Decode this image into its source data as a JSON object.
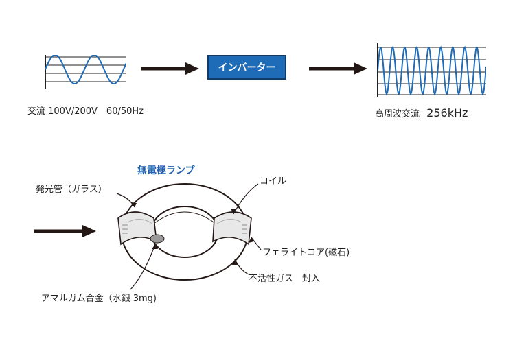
{
  "top": {
    "ac_label": "交流 100V/200V　60/50Hz",
    "inverter_label": "インバーター",
    "hf_label_prefix": "高周波交流",
    "hf_label_value": "256kHz"
  },
  "lamp": {
    "title": "無電極ランプ",
    "glass_tube": "発光管（ガラス）",
    "coil": "コイル",
    "ferrite_core": "フェライトコア(磁石)",
    "inert_gas": "不活性ガス　封入",
    "amalgam": "アマルガム合金（水銀 3mg)"
  },
  "colors": {
    "wave": "#1e6bb8",
    "inverter_fill": "#1e6bb8",
    "inverter_border": "#123a66",
    "title_blue": "#1e5fb0",
    "arrow": "#231815"
  }
}
